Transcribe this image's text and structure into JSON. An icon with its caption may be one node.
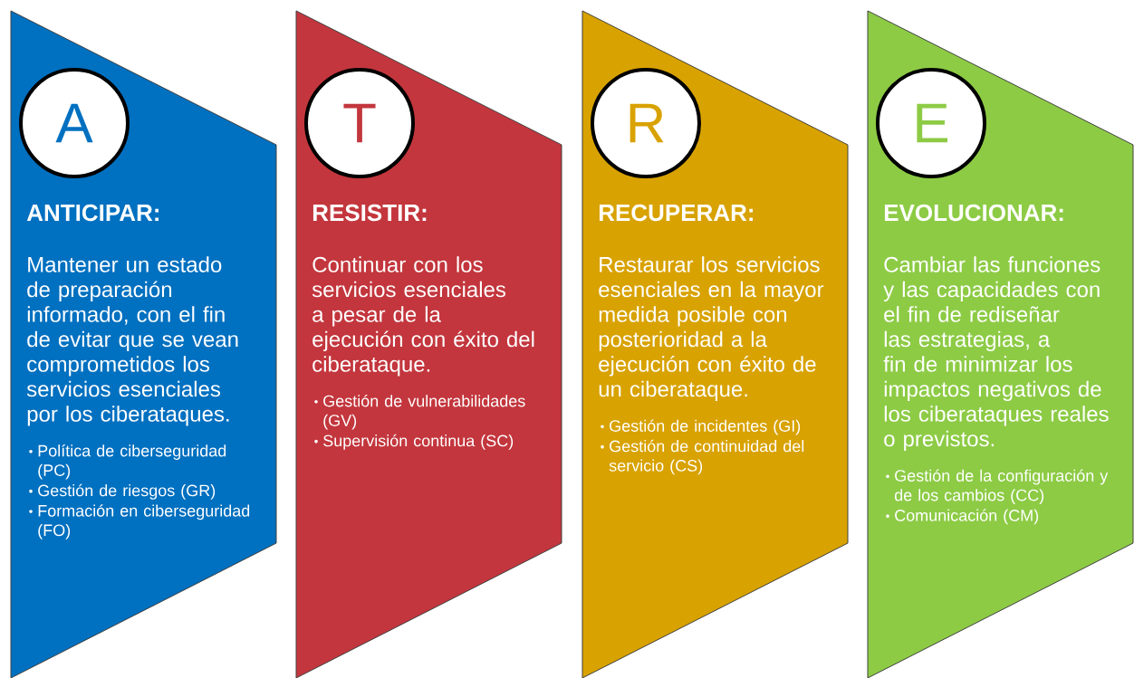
{
  "diagram": {
    "nodes": [
      {
        "text": [
          "ANTICIPAR:",
          "Mantener un estado de preparación informado, con el fin de evitar que se vean comprometidos los servicios esenciales por los ciberataques.",
          "Política de ciberseguridad (PC)",
          "Gestión de riesgos (GR)",
          "Formación en ciberseguridad (FO)"
        ]
      },
      {
        "text": [
          "A"
        ],
        "in": 0
      },
      {
        "text": [
          "RESISTIR:",
          "Continuar con los servicios esenciales a pesar de la ejecución con éxito del ciberataque.",
          "Gestión de vulnerabilidades (GV)",
          "Supervisión continua (SC)"
        ]
      },
      {
        "text": [
          "T"
        ],
        "in": 2
      },
      {
        "text": [
          "RECUPERAR:",
          "Restaurar los servicios esenciales en la mayor medida posible con posterioridad a la ejecución con éxito de un ciberataque.",
          "Gestión de incidentes (GI)",
          "Gestión de continuidad del servicio (CS)"
        ]
      },
      {
        "text": [
          "R"
        ],
        "in": 4
      },
      {
        "text": [
          "EVOLUCIONAR:",
          "Cambiar las funciones y las capacidades con el fin de rediseñar las estrategias, a fin de minimizar los impactos negativos de los ciberataques reales o previstos.",
          "Gestión de la configuración y de los cambios (CC)",
          "Comunicación (CM)"
        ]
      },
      {
        "text": [
          "E"
        ],
        "in": 6
      }
    ]
  }
}
